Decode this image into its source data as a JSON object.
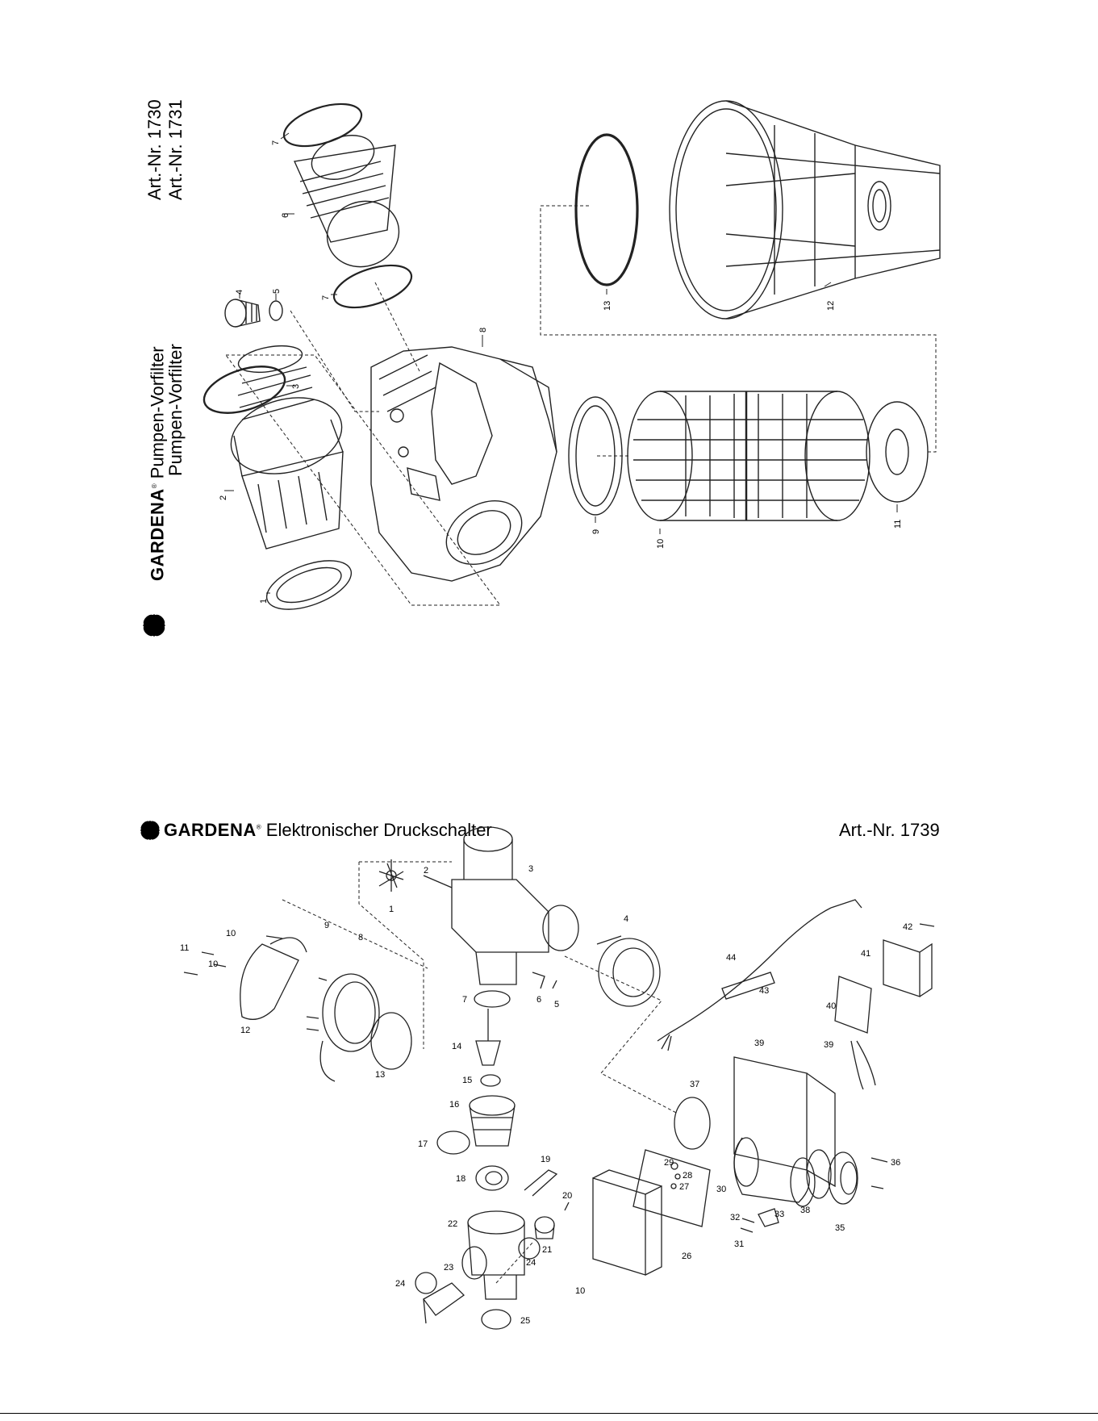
{
  "top": {
    "brand": "GARDENA",
    "product_line1": "Pumpen-Vorfilter",
    "product_line2": "Pumpen-Vorfilter",
    "art_line1": "Art.-Nr. 1730",
    "art_line2": "Art.-Nr. 1731",
    "labels": [
      "1",
      "2",
      "3",
      "4",
      "5",
      "6",
      "7",
      "7",
      "8",
      "9",
      "10",
      "11",
      "12",
      "13"
    ]
  },
  "bottom": {
    "brand": "GARDENA",
    "product": "Elektronischer Druckschalter",
    "art": "Art.-Nr. 1739",
    "labels": [
      "1",
      "2",
      "3",
      "4",
      "5",
      "6",
      "7",
      "8",
      "9",
      "10",
      "10",
      "10",
      "11",
      "12",
      "13",
      "14",
      "15",
      "16",
      "17",
      "18",
      "19",
      "20",
      "21",
      "22",
      "23",
      "24",
      "24",
      "25",
      "26",
      "27",
      "28",
      "29",
      "30",
      "31",
      "32",
      "33",
      "35",
      "36",
      "37",
      "38",
      "39",
      "39",
      "40",
      "41",
      "42",
      "43",
      "44"
    ]
  }
}
